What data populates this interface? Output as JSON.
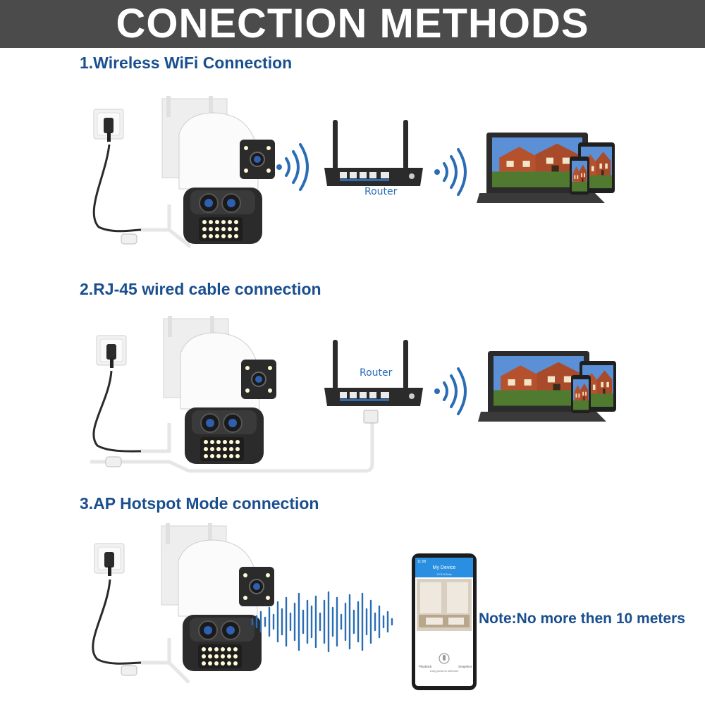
{
  "header": {
    "title": "CONECTION METHODS"
  },
  "sections": [
    {
      "title": "1.Wireless WiFi Connection",
      "router_label": "Router"
    },
    {
      "title": "2.RJ-45 wired cable connection",
      "router_label": "Router"
    },
    {
      "title": "3.AP Hotspot Mode connection",
      "note": "Note:No more then 10 meters"
    }
  ],
  "phone": {
    "status_time": "11:08",
    "app_title": "My Device",
    "device_id": "1701001bbc",
    "buttons": [
      "Playback",
      "Snapshot"
    ],
    "hint": "Long press to intercom"
  },
  "colors": {
    "header_bg": "#4b4b4b",
    "title_blue": "#1a4f8f",
    "wifi_blue": "#2a6db5"
  }
}
